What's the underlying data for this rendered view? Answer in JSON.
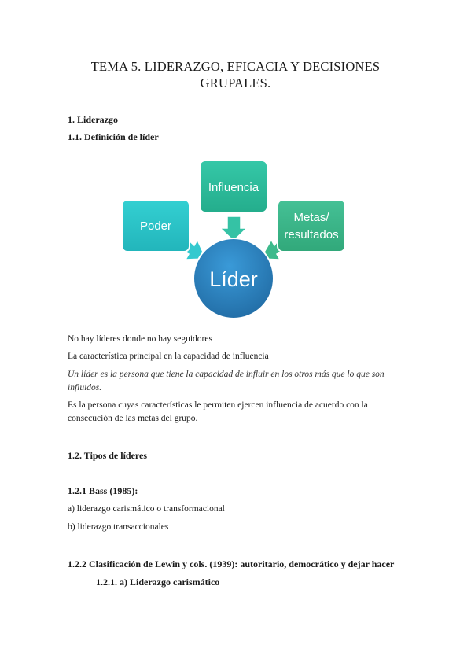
{
  "document": {
    "title_line1": "TEMA 5. LIDERAZGO, EFICACIA Y DECISIONES",
    "title_line2": "GRUPALES.",
    "h1": "1. Liderazgo",
    "h1_1": "1.1. Definición de líder",
    "diagram": {
      "center": "Líder",
      "left": "Poder",
      "top": "Influencia",
      "right_line1": "Metas/",
      "right_line2": "resultados",
      "colors": {
        "center": "#2e86c1",
        "left": "#2ec4c9",
        "top": "#2fbf9f",
        "right": "#3db88a"
      }
    },
    "p1": "No hay líderes donde no hay seguidores",
    "p2": "La característica principal en la capacidad de influencia",
    "quote_line1": "Un líder es la persona que tiene la capacidad de influir en los otros más que lo que son",
    "quote_line2": "influidos.",
    "p3_line1": "Es la persona cuyas características le permiten ejercen influencia de acuerdo con la",
    "p3_line2": "consecución de las metas del grupo.",
    "h1_2": "1.2. Tipos de líderes",
    "h1_2_1": "1.2.1 Bass (1985):",
    "item_a": "a) liderazgo carismático o transformacional",
    "item_b": "b) liderazgo transaccionales",
    "h1_2_2": "1.2.2 Clasificación de Lewin y cols. (1939): autoritario, democrático y dejar hacer",
    "h1_2_1a": "1.2.1. a) Liderazgo carismático"
  }
}
